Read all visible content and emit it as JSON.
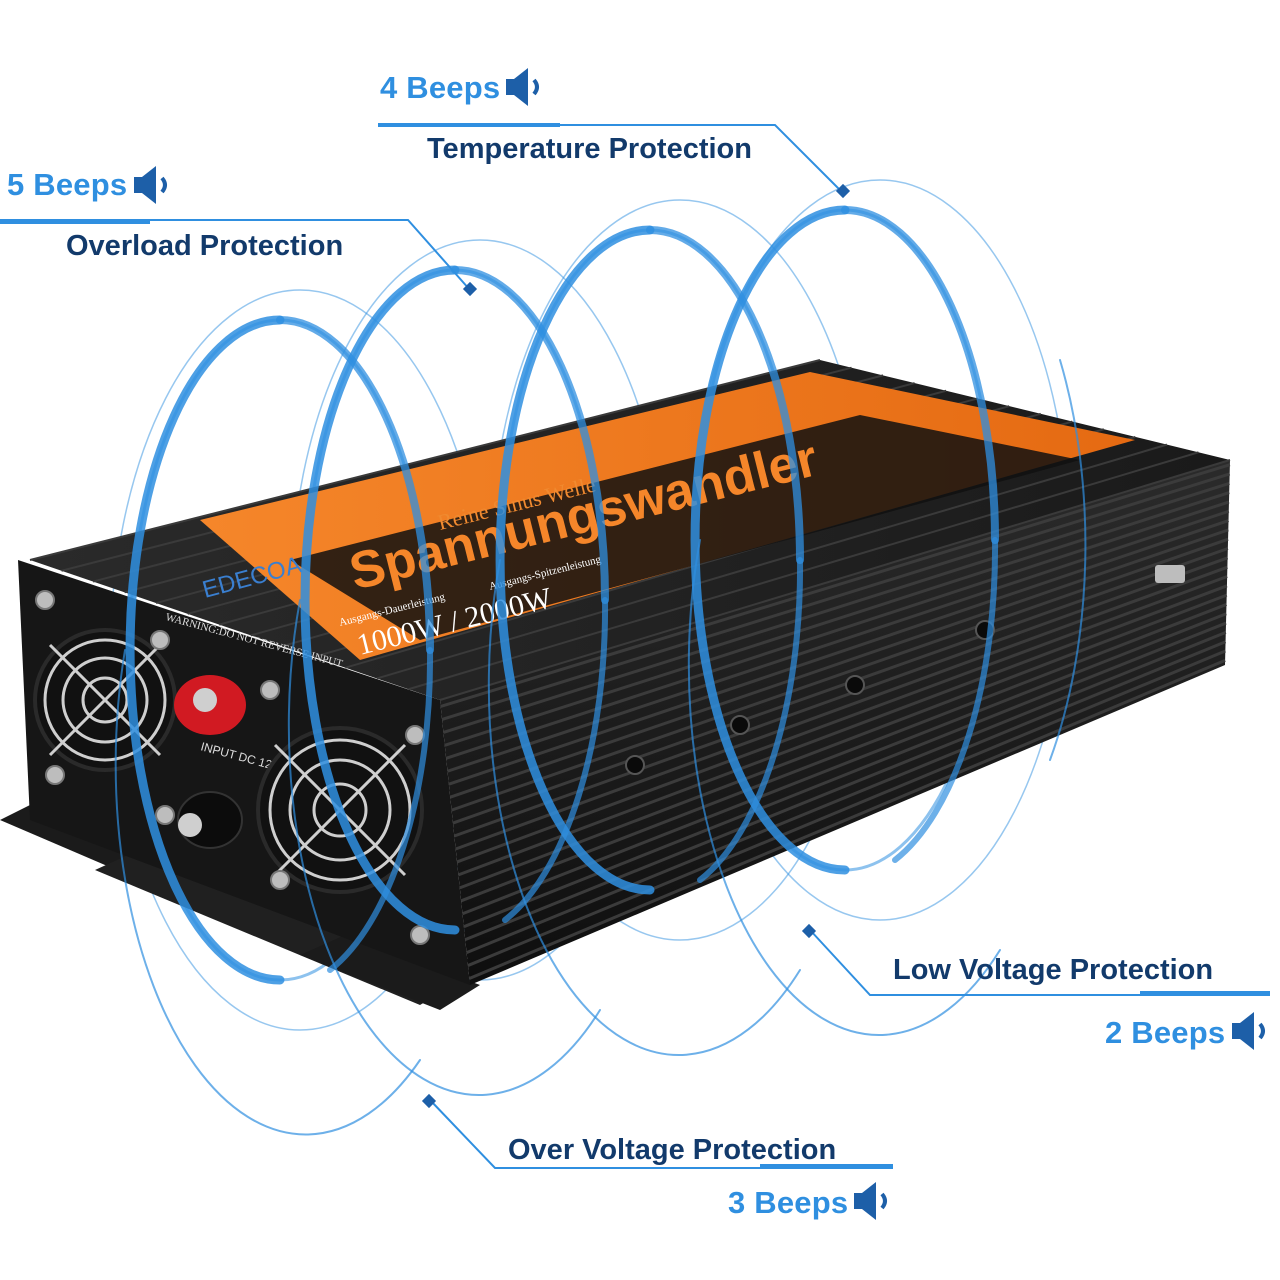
{
  "colors": {
    "accent_blue": "#2f8fe0",
    "label_navy": "#123a6b",
    "body_black": "#141414",
    "panel_orange": "#f07a1e",
    "terminal_red": "#d11a22"
  },
  "protections": [
    {
      "beeps": "4 Beeps",
      "name": "Temperature Protection",
      "icon": "speaker-icon"
    },
    {
      "beeps": "5 Beeps",
      "name": "Overload Protection",
      "icon": "speaker-icon"
    },
    {
      "beeps": "2 Beeps",
      "name": "Low Voltage Protection",
      "icon": "speaker-icon"
    },
    {
      "beeps": "3 Beeps",
      "name": "Over Voltage Protection",
      "icon": "speaker-icon"
    }
  ],
  "device": {
    "brand": "EDECOA",
    "subtitle": "Reine Sinus Welle",
    "title": "Spannungswandler",
    "power": "1000W / 2000W",
    "power_label_left": "Ausgangs-Dauerleistung",
    "power_label_right": "Ausgangs-Spitzenleistung",
    "warning": "WARNING:DO NOT REVERSE INPUT",
    "input": "INPUT DC 12V"
  }
}
